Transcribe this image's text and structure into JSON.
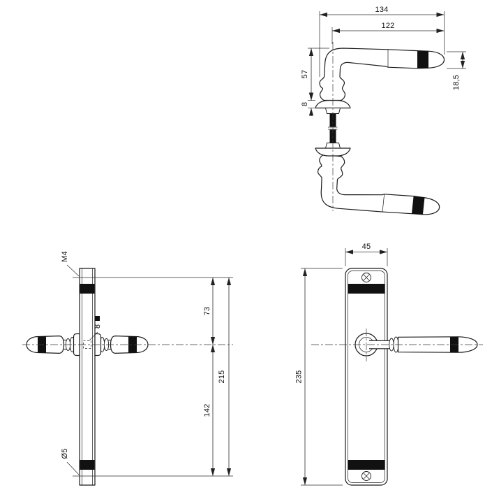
{
  "drawing": {
    "background": "#ffffff",
    "line_color": "#1a1a1a",
    "band_color": "#111111",
    "views": {
      "handle_side": {
        "dims": {
          "total_length": "134",
          "lever_length": "122",
          "neck_height": "57",
          "rose_thickness": "8",
          "grip_diameter": "18,5"
        }
      },
      "plate_edge": {
        "dims": {
          "screw_thread": "M4",
          "top_screw_to_axis": "73",
          "axis_to_bottom_screw": "142",
          "screw_spacing": "215",
          "spindle_square": "8",
          "hole_diameter": "Ø5"
        }
      },
      "plate_front": {
        "dims": {
          "plate_width": "45",
          "plate_height": "235"
        }
      }
    }
  }
}
